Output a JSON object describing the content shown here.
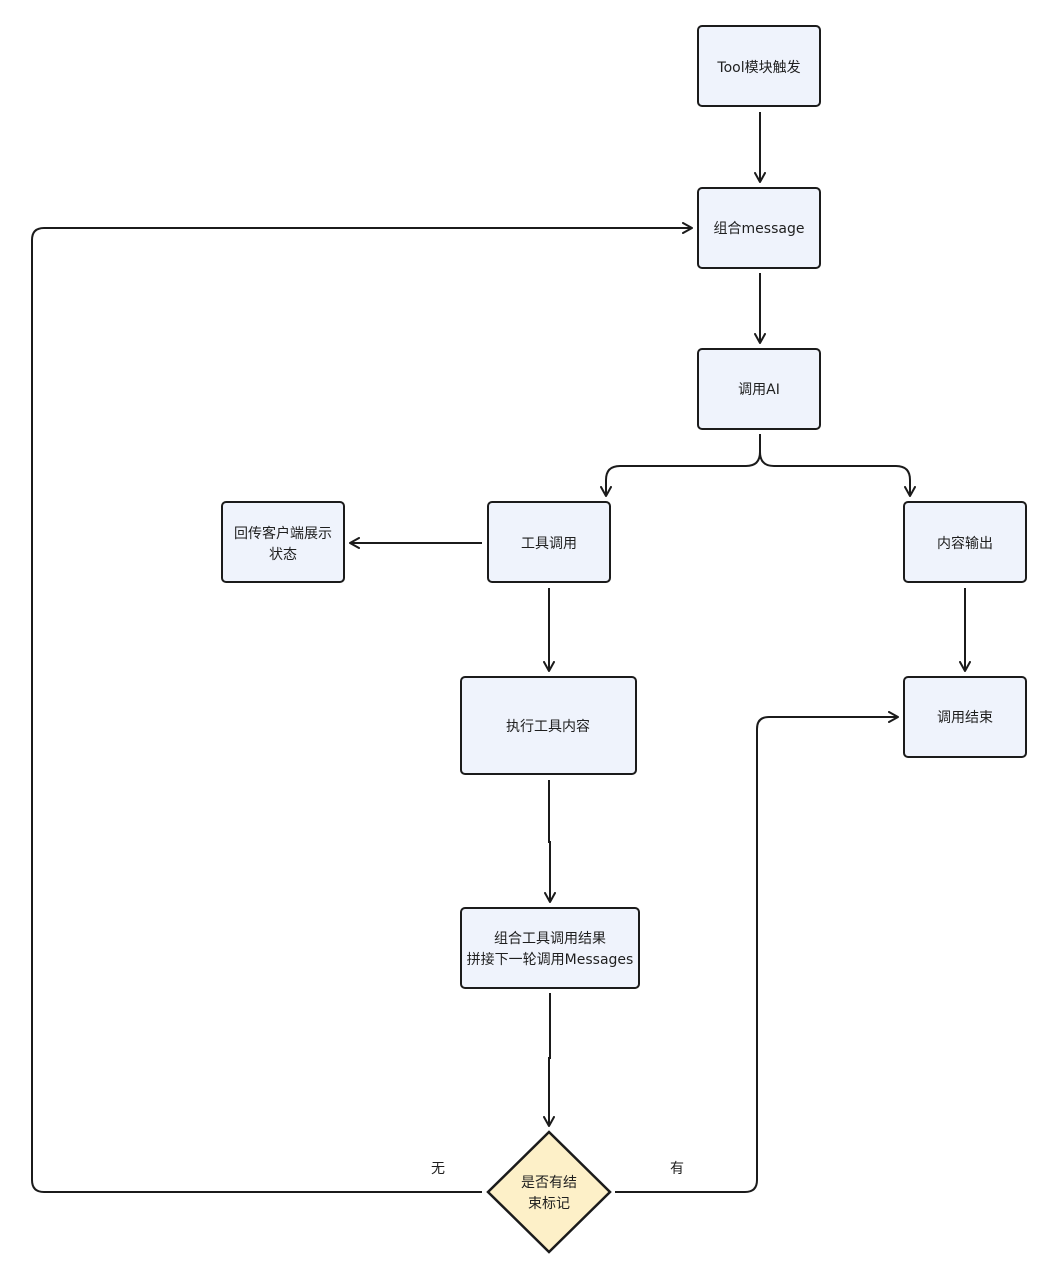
{
  "nodes": {
    "tool_trigger": "Tool模块触发",
    "compose_message": "组合message",
    "call_ai": "调用AI",
    "tool_call": "工具调用",
    "client_status": [
      "回传客户端展示",
      "状态"
    ],
    "content_output": "内容输出",
    "execute_tool": "执行工具内容",
    "call_end": "调用结束",
    "combine_results": [
      "组合工具调用结果",
      "拼接下一轮调用Messages"
    ],
    "has_end_flag": [
      "是否有结",
      "束标记"
    ]
  },
  "edge_labels": {
    "no": "无",
    "yes": "有"
  },
  "colors": {
    "box_fill": "#eff3fc",
    "decision_fill": "#fdf0c8",
    "stroke": "#1b1b1b"
  }
}
